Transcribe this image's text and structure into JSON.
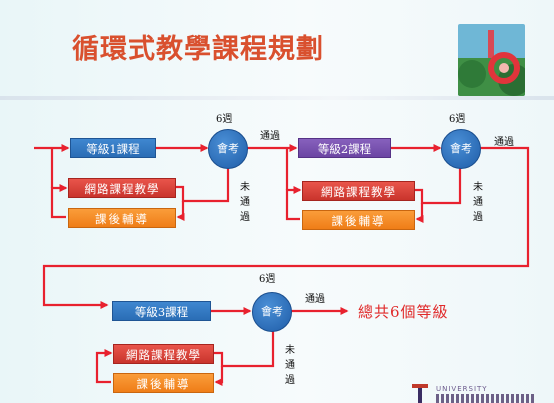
{
  "slide": {
    "title": "循環式教學課程規劃",
    "total_text": "總共6個等級"
  },
  "rows": [
    {
      "course": "等級1課程",
      "exam": "會考",
      "weeks": "6週",
      "pass": "通過",
      "fail": "未通過",
      "remedial_online": "網路課程教學",
      "remedial_tutor": "課後輔導",
      "course_color": "#2e72bb"
    },
    {
      "course": "等級2課程",
      "exam": "會考",
      "weeks": "6週",
      "pass": "通過",
      "fail": "未通過",
      "remedial_online": "網路課程教學",
      "remedial_tutor": "課後輔導",
      "course_color": "#7450aa"
    },
    {
      "course": "等級3課程",
      "exam": "會考",
      "weeks": "6週",
      "pass": "通過",
      "fail": "未通過",
      "remedial_online": "網路課程教學",
      "remedial_tutor": "課後輔導",
      "course_color": "#3a8dd3"
    }
  ],
  "logo": {
    "text": "UNIVERSITY",
    "icon": "university-logo-icon"
  },
  "colors": {
    "title": "#d9502e",
    "arrow": "#e8212e",
    "total": "#e02a2a"
  }
}
